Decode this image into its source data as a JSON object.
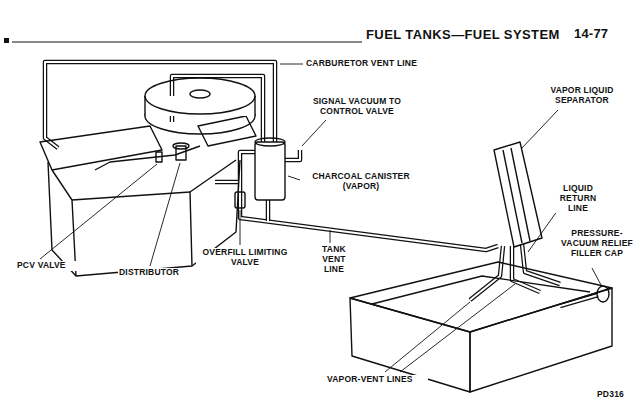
{
  "diagram": {
    "title": "FUEL TANKS—FUEL SYSTEM",
    "labels": [
      "14-77",
      "CARBURETOR VENT LINE",
      "SIGNAL VACUUM TO CONTROL VALVE",
      "CHARCOAL CANISTER (VAPOR)",
      "VAPOR LIQUID SEPARATOR",
      "LIQUID RETURN LINE",
      "PRESSURE-VACUUM RELIEF FILLER CAP",
      "TANK VENT LINE",
      "OVERFILL LIMITING VALVE",
      "DISTRIBUTOR",
      "PCV VALVE",
      "VAPOR-VENT LINES",
      "PD316"
    ]
  }
}
